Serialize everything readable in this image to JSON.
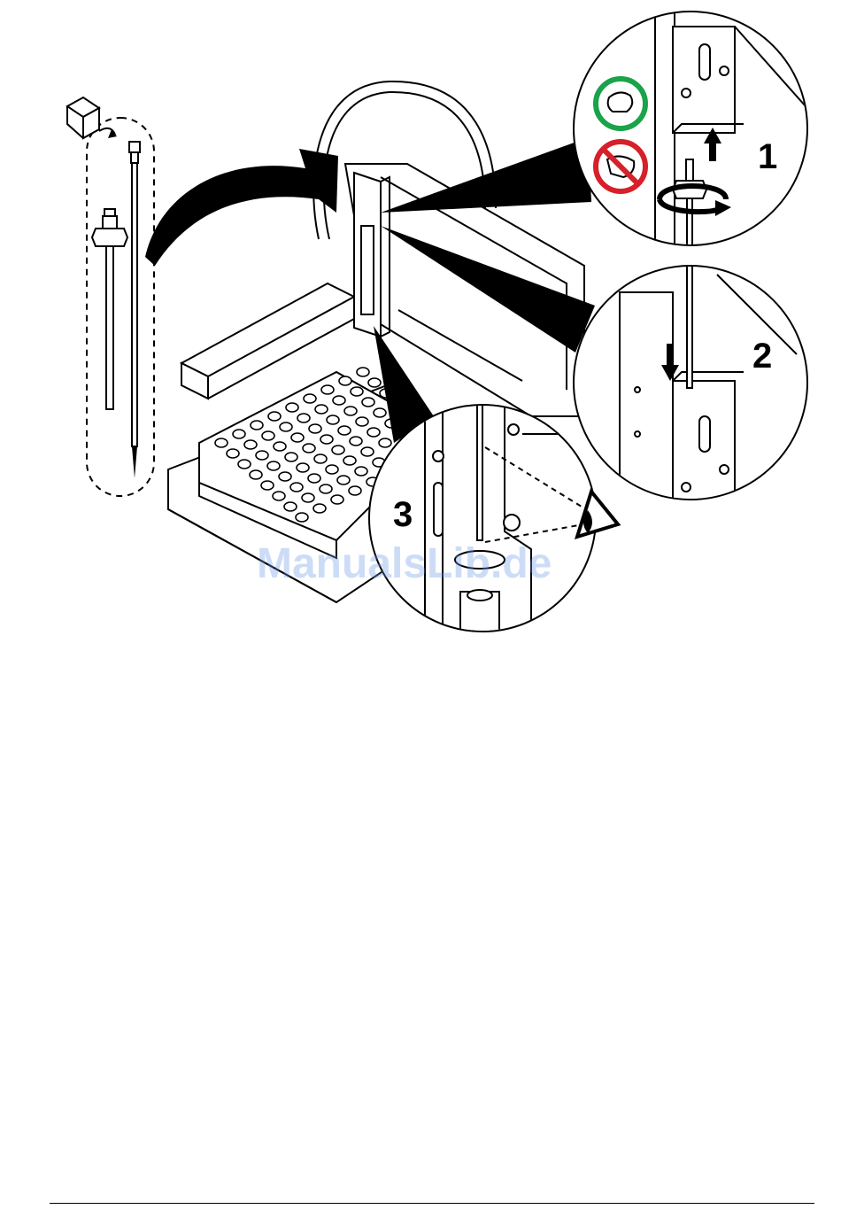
{
  "figure": {
    "steps": [
      "1",
      "2",
      "3"
    ],
    "watermark": "ManualsLib.de",
    "icons": [
      "box-icon",
      "needle-icon",
      "nut-needle-icon",
      "hand-ok-icon",
      "hand-forbidden-icon",
      "rotate-arrow-icon",
      "up-arrow-icon",
      "down-arrow-icon",
      "eye-icon"
    ],
    "colors": {
      "ok": "#1aa34a",
      "forbidden": "#d6202a",
      "line": "#000000"
    }
  }
}
